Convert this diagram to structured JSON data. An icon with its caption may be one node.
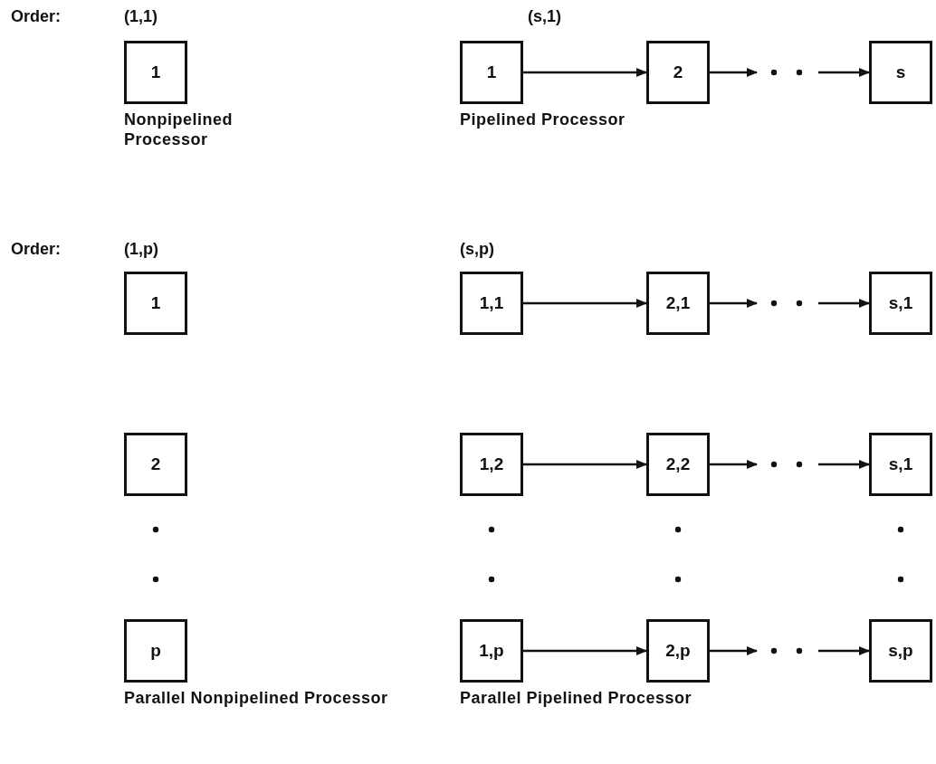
{
  "diagram": {
    "nodes": [
      {
        "text": [
          "1"
        ],
        "beside": [
          "Nonpipelined Processor"
        ]
      },
      {
        "text": [
          "1"
        ],
        "beside": [
          "Pipelined Processor"
        ]
      },
      {
        "text": [
          "2"
        ]
      },
      {
        "text": [
          "s"
        ]
      },
      {
        "text": [
          "1"
        ]
      },
      {
        "text": [
          "1,1"
        ]
      },
      {
        "text": [
          "2,1"
        ]
      },
      {
        "text": [
          "s,1"
        ]
      },
      {
        "text": [
          "2"
        ]
      },
      {
        "text": [
          "1,2"
        ]
      },
      {
        "text": [
          "2,2"
        ]
      },
      {
        "text": [
          "s,1"
        ]
      },
      {
        "text": [
          "p"
        ],
        "beside": [
          "Parallel Nonpipelined Processor"
        ]
      },
      {
        "text": [
          "1,p"
        ],
        "beside": [
          "Parallel Pipelined Processor"
        ]
      },
      {
        "text": [
          "2,p"
        ]
      },
      {
        "text": [
          "s,p"
        ]
      }
    ],
    "edges": [
      {
        "from": 1,
        "to": 2,
        "arrow": "to"
      },
      {
        "from": 2,
        "to": null,
        "arrow": "to"
      },
      {
        "from": null,
        "to": 3,
        "arrow": "to"
      },
      {
        "from": 5,
        "to": 6,
        "arrow": "to"
      },
      {
        "from": 6,
        "to": null,
        "arrow": "to"
      },
      {
        "from": null,
        "to": 7,
        "arrow": "to"
      },
      {
        "from": 9,
        "to": 10,
        "arrow": "to"
      },
      {
        "from": 10,
        "to": null,
        "arrow": "to"
      },
      {
        "from": null,
        "to": 11,
        "arrow": "to"
      },
      {
        "from": 13,
        "to": 14,
        "arrow": "to"
      },
      {
        "from": 14,
        "to": null,
        "arrow": "to"
      },
      {
        "from": null,
        "to": 15,
        "arrow": "to"
      }
    ],
    "labels": [
      "Order:",
      "(1,1)",
      "(s,1)",
      "Order:",
      "(1,p)",
      "(s,p)"
    ]
  }
}
